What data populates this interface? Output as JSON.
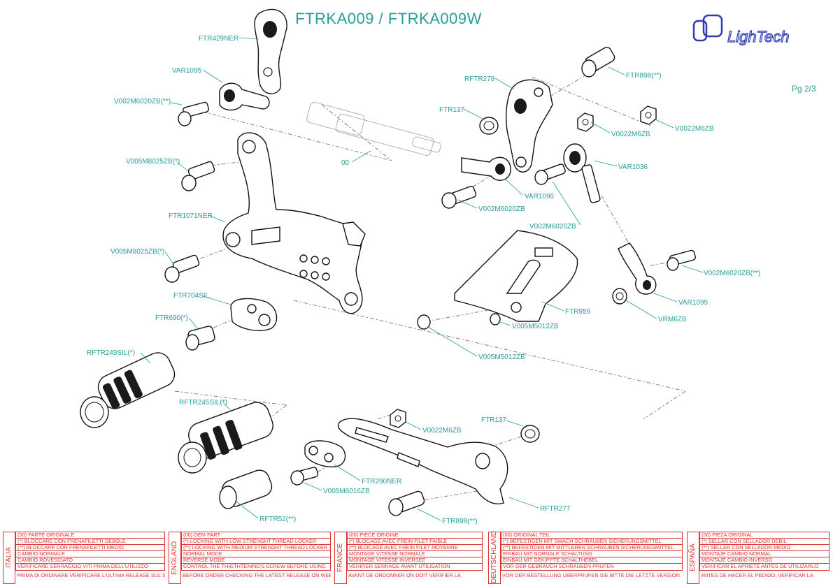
{
  "title": "FTRKA009 / FTRKA009W",
  "page_label": "Pg 2/3",
  "logo_text": "LighTech",
  "colors": {
    "label": "#2a9d9a",
    "legend": "#dd3333",
    "outline": "#111111"
  },
  "part_labels": {
    "ftr429ner": "FTR429NER",
    "var1095_a": "VAR1095",
    "v002m6020zb_a": "V002M6020ZB(**)",
    "v005m8025zb_a": "V005M8025ZB(*)",
    "ftr1071ner": "FTR1071NER",
    "v005m8025zb_b": "V005M8025ZB(*)",
    "ftr704sil": "FTR704SIL",
    "ftr690": "FTR690(*)",
    "rftr249sil": "RFTR249SIL(*)",
    "rftr245sil": "RFTR245SIL(*)",
    "oem_00": "00",
    "rftr278": "RFTR278",
    "ftr898_a": "FTR898(**)",
    "ftr137_a": "FTR137",
    "v0022m6zb_a": "V0022M6ZB",
    "v0022m6zb_b": "V0022M6ZB",
    "var1036": "VAR1036",
    "var1095_b": "VAR1095",
    "v002m6020zb_b": "V002M6020ZB",
    "v002m6020zb_c": "V002M6020ZB",
    "v002m6020zb_d": "V002M6020ZB(**)",
    "var1095_c": "VAR1095",
    "vrm6zb": "VRM6ZB",
    "ftr959": "FTR959",
    "v005m5012zb_a": "V005M5012ZB",
    "v005m5012zb_b": "V005M5012ZB",
    "v0022m6zb_c": "V0022M6ZB",
    "ftr137_b": "FTR137",
    "ftr290ner": "FTR290NER",
    "v005m6016zb": "V005M6016ZB",
    "rftr277": "RFTR277",
    "rftr52": "RFTR52(**)",
    "ftr898_b": "FTR898(**)"
  },
  "legend": [
    {
      "language": "ITALIA",
      "lines": [
        "(00) PARTE ORIGINALE",
        "(*)    BLOCCARE CON FRENAFILETTI DEBOLE",
        "(**)  BLOCCARE CON FRENAFILETTI MEDIO",
        "CAMBIO NORMALE",
        "CAMBIO ROVESCIATO",
        "VERIFICARE SERRAGGIO VITI PRIMA DELL'UTILIZZO"
      ],
      "footer": "PRIMA DI ORDINARE VERIFICARE L'ULTIMA RELEASE SUL SITO"
    },
    {
      "language": "ENGLAND",
      "lines": [
        "(00) OEM PART",
        "(*)    LOCKING WITH LOW STRENGHT THREAD LOCKER",
        "(**)  LOCKING WITH MEDIUM STRENGHT THREAD LOCKER",
        "NORMAL MODE",
        "REVERSE MODE",
        "CONTROL THE THIGTHTENING'S SCREW BEFORE USING"
      ],
      "footer": "BEFORE ORDER CHECKING THE LATEST RELEASE ON WEBSITE"
    },
    {
      "language": "FRANCE",
      "lines": [
        "(00) PIECE ORIGINE",
        "(*)    BLOCAGE AVEC FREIN FILET FAIBLE",
        "(**)  BLOCAGE AVEC FREIN FILET MOYENNE",
        "MONTAGE VITESSE NORMALE",
        "MONTAGE VITESSE INVERSEE",
        "VERIFIER SERRAGE AVANT UTILISATION"
      ],
      "footer": "AVANT DE ORDONNER ON DOIT VERIFIER LA DERNIERE RELEASE SUR LE SITE INTERNET"
    },
    {
      "language": "DEUTSCHLAND",
      "lines": [
        "(00) ORIGINAL TEIL",
        "(*)    BEFESTIGEN MIT SWACH SCHRAUBEN SICHERUNGSMITTEL",
        "(**)  BEFESTIGEN MIT MITTLEREN SCHRAUBEN SICHERUNGSMITTEL",
        "EINBAU MIT NORMALE SCHALTUNG",
        "EINBAU MIT GEKIPPTE SCHALTHEBEL",
        "VOR DER GEBRAUCH SCHRAUBEN PRUFEN"
      ],
      "footer": "VOR DER BESTELLUNG UBERPRUFEN SIE BITTE DIE LETZTE VERSION DIESER ARTIKEL AUF DER INTERNET SEITE VON LIGHTECH"
    },
    {
      "language": "ESPAÑA",
      "lines": [
        "(00) PIEZA ORIGINAL",
        "(*)    SELLAR CON SELLADOR DEBIL",
        "(**)  SELLAR CON SELLADOR MEDIO",
        "MONTAJE  CAMBIO NORMAL",
        "MONTAJE CAMBIO INVERSO",
        "VERIFICAR EL APRIETE ANTES DE UTILIZARLO"
      ],
      "footer": "ANTES DE HACER EL PEDIDO, VERIFICAR LA ULTIMA VERSION EN LA WEB LIGHTECH"
    }
  ]
}
